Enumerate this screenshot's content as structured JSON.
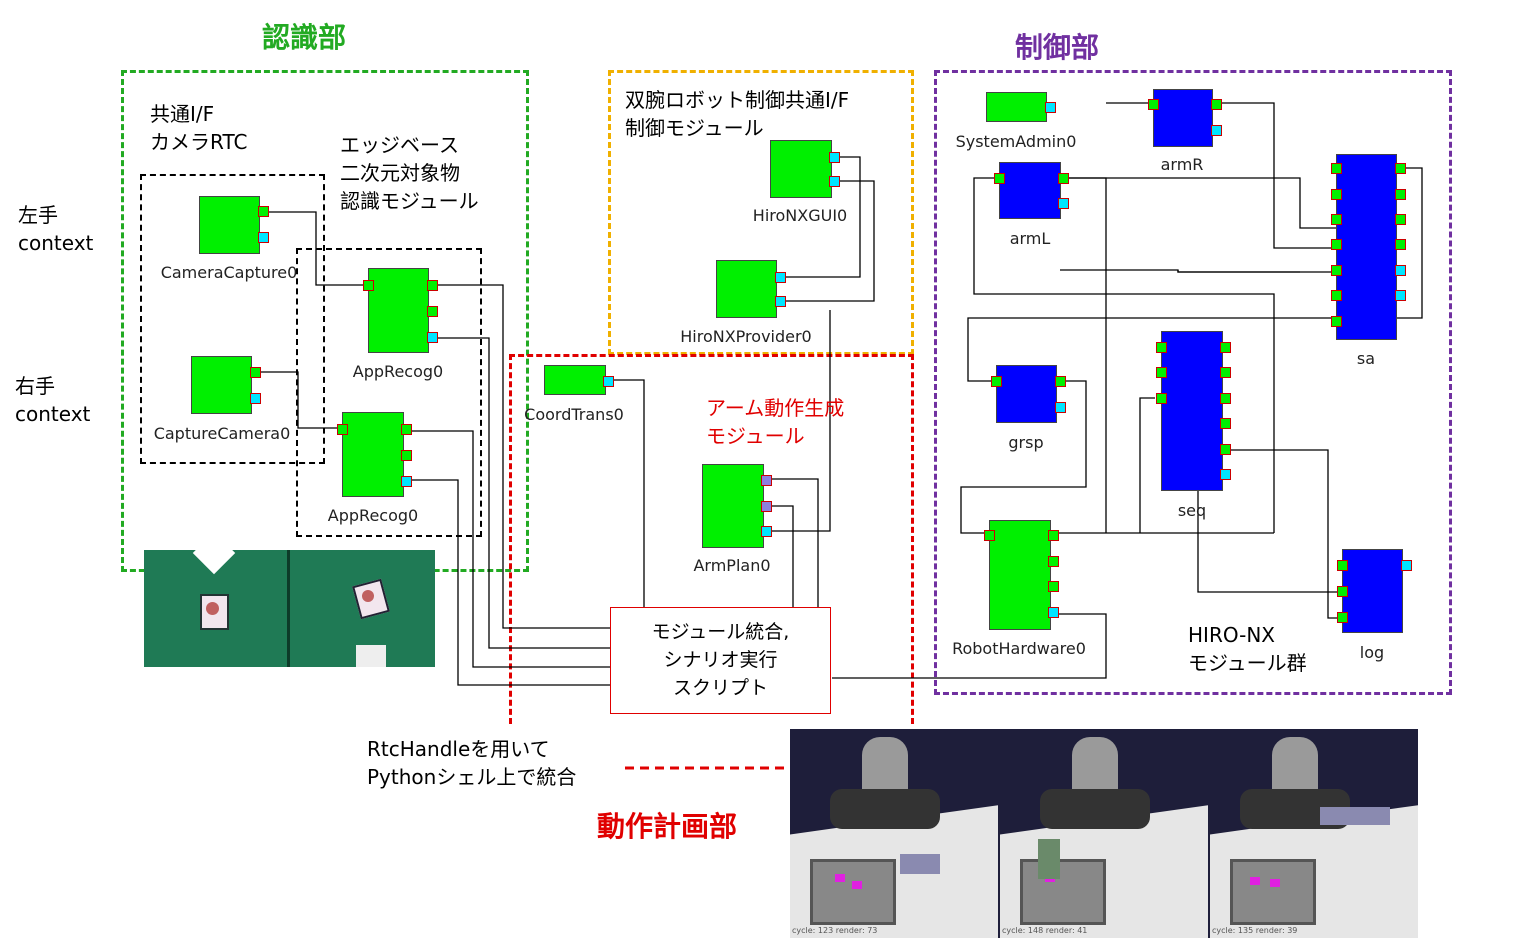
{
  "sections": {
    "recognition": "認識部",
    "control": "制御部",
    "motion_planning": "動作計画部"
  },
  "labels": {
    "common_if_camera": [
      "共通I/F",
      "カメラRTC"
    ],
    "edge_recog": [
      "エッジベース",
      "二次元対象物",
      "認識モジュール"
    ],
    "left_hand": [
      "左手",
      "context"
    ],
    "right_hand": [
      "右手",
      "context"
    ],
    "dual_arm": [
      "双腕ロボット制御共通I/F",
      "制御モジュール"
    ],
    "arm_motion": [
      "アーム動作生成",
      "モジュール"
    ],
    "script": [
      "モジュール統合,",
      "シナリオ実行",
      "スクリプト"
    ],
    "rtchandle": [
      "RtcHandleを用いて",
      "Pythonシェル上で統合"
    ],
    "hiro_group": [
      "HIRO-NX",
      "モジュール群"
    ]
  },
  "components": {
    "camera_capture": "CameraCapture0",
    "capture_camera": "CaptureCamera0",
    "app_recog_1": "AppRecog0",
    "app_recog_2": "AppRecog0",
    "hiro_gui": "HiroNXGUI0",
    "hiro_provider": "HiroNXProvider0",
    "coord_trans": "CoordTrans0",
    "arm_plan": "ArmPlan0",
    "system_admin": "SystemAdmin0",
    "arm_r": "armR",
    "arm_l": "armL",
    "sa": "sa",
    "grsp": "grsp",
    "seq": "seq",
    "robot_hardware": "RobotHardware0",
    "log": "log"
  },
  "sim_captions": [
    "cycle: 123 render: 73",
    "cycle: 148 render: 41",
    "cycle: 135 render: 39"
  ],
  "colors": {
    "recognition": "#22aa22",
    "control": "#7030a0",
    "motion_planning": "#e00000",
    "dual_arm_box": "#f0b000",
    "component_green": "#00f000",
    "component_blue": "#0000ff",
    "port_cyan": "#00e5ff"
  }
}
